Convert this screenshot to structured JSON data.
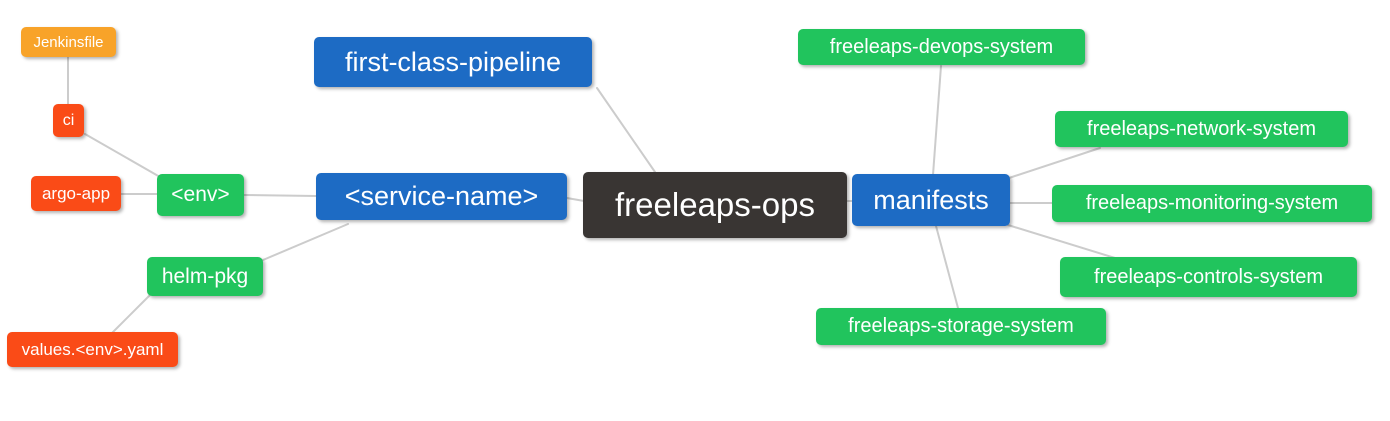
{
  "diagram": {
    "type": "mindmap",
    "root": "freeleaps-ops",
    "nodes": {
      "jenkinsfile": {
        "label": "Jenkinsfile",
        "color": "orange"
      },
      "ci": {
        "label": "ci",
        "color": "red"
      },
      "argo_app": {
        "label": "argo-app",
        "color": "red"
      },
      "env": {
        "label": "<env>",
        "color": "green"
      },
      "helm_pkg": {
        "label": "helm-pkg",
        "color": "green"
      },
      "values_yaml": {
        "label": "values.<env>.yaml",
        "color": "red"
      },
      "first_class_pipeline": {
        "label": "first-class-pipeline",
        "color": "blue"
      },
      "service_name": {
        "label": "<service-name>",
        "color": "blue"
      },
      "freeleaps_ops": {
        "label": "freeleaps-ops",
        "color": "dark"
      },
      "manifests": {
        "label": "manifests",
        "color": "blue"
      },
      "devops_system": {
        "label": "freeleaps-devops-system",
        "color": "green"
      },
      "network_system": {
        "label": "freeleaps-network-system",
        "color": "green"
      },
      "monitoring_system": {
        "label": "freeleaps-monitoring-system",
        "color": "green"
      },
      "controls_system": {
        "label": "freeleaps-controls-system",
        "color": "green"
      },
      "storage_system": {
        "label": "freeleaps-storage-system",
        "color": "green"
      }
    },
    "edges": [
      {
        "from": "jenkinsfile",
        "to": "ci"
      },
      {
        "from": "ci",
        "to": "env"
      },
      {
        "from": "argo_app",
        "to": "env"
      },
      {
        "from": "env",
        "to": "service_name"
      },
      {
        "from": "service_name",
        "to": "helm_pkg"
      },
      {
        "from": "helm_pkg",
        "to": "values_yaml"
      },
      {
        "from": "first_class_pipeline",
        "to": "freeleaps_ops"
      },
      {
        "from": "service_name",
        "to": "freeleaps_ops"
      },
      {
        "from": "freeleaps_ops",
        "to": "manifests"
      },
      {
        "from": "manifests",
        "to": "devops_system"
      },
      {
        "from": "manifests",
        "to": "network_system"
      },
      {
        "from": "manifests",
        "to": "monitoring_system"
      },
      {
        "from": "manifests",
        "to": "controls_system"
      },
      {
        "from": "manifests",
        "to": "storage_system"
      }
    ]
  },
  "colors": {
    "blue": "#1d6bc4",
    "green": "#21c45d",
    "red": "#fa4b17",
    "orange": "#f8a329",
    "dark": "#393533",
    "edge": "#cccccc"
  }
}
